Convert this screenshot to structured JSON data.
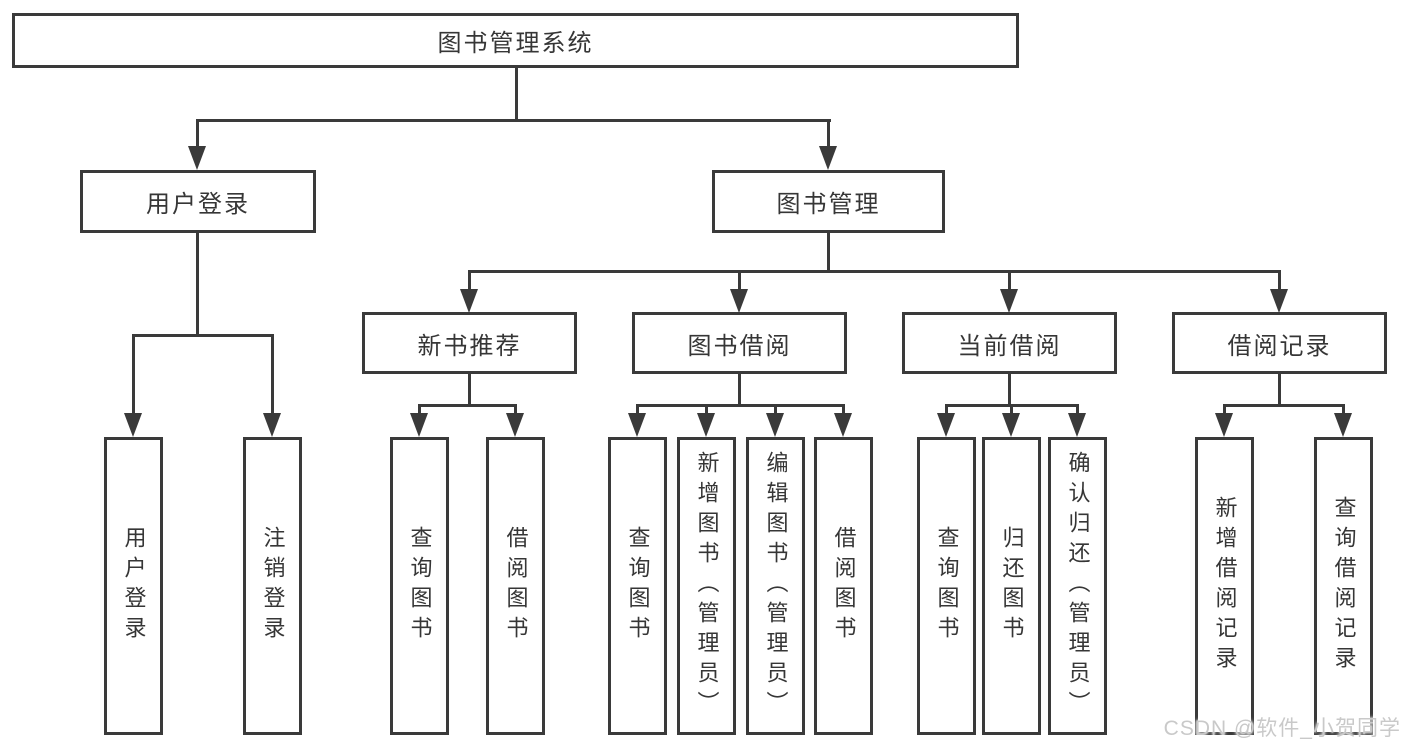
{
  "colors": {
    "line": "#3a3a3a",
    "text": "#363636",
    "background": "#ffffff",
    "watermark": "#c9c9c9"
  },
  "watermark": {
    "text": "CSDN @软件_小贺同学"
  },
  "tree": {
    "root": {
      "label": "图书管理系统",
      "children": [
        {
          "label": "用户登录",
          "children": [
            {
              "label": "用户登录"
            },
            {
              "label": "注销登录"
            }
          ]
        },
        {
          "label": "图书管理",
          "children": [
            {
              "label": "新书推荐",
              "children": [
                {
                  "label": "查询图书"
                },
                {
                  "label": "借阅图书"
                }
              ]
            },
            {
              "label": "图书借阅",
              "children": [
                {
                  "label": "查询图书"
                },
                {
                  "label": "新增图书（管理员）"
                },
                {
                  "label": "编辑图书（管理员）"
                },
                {
                  "label": "借阅图书"
                }
              ]
            },
            {
              "label": "当前借阅",
              "children": [
                {
                  "label": "查询图书"
                },
                {
                  "label": "归还图书"
                },
                {
                  "label": "确认归还（管理员）"
                }
              ]
            },
            {
              "label": "借阅记录",
              "children": [
                {
                  "label": "新增借阅记录"
                },
                {
                  "label": "查询借阅记录"
                }
              ]
            }
          ]
        }
      ]
    }
  }
}
